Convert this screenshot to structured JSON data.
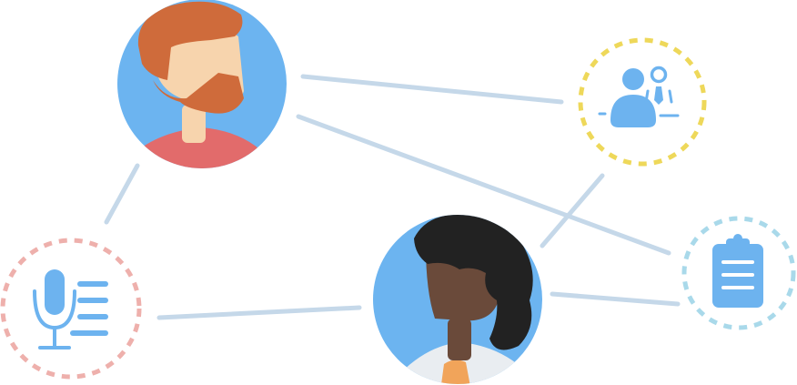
{
  "nodes": [
    {
      "id": "avatar-man",
      "kind": "person",
      "icon": "bearded-man-avatar-icon"
    },
    {
      "id": "avatar-woman",
      "kind": "person",
      "icon": "curly-hair-woman-avatar-icon"
    },
    {
      "id": "role-assign",
      "kind": "badge",
      "icon": "users-assign-icon"
    },
    {
      "id": "microphone-text",
      "kind": "badge",
      "icon": "microphone-transcript-icon"
    },
    {
      "id": "clipboard",
      "kind": "badge",
      "icon": "clipboard-icon"
    }
  ],
  "edges": [
    {
      "from": "avatar-man",
      "to": "role-assign"
    },
    {
      "from": "avatar-man",
      "to": "clipboard"
    },
    {
      "from": "avatar-man",
      "to": "microphone-text"
    },
    {
      "from": "avatar-woman",
      "to": "role-assign"
    },
    {
      "from": "avatar-woman",
      "to": "clipboard"
    },
    {
      "from": "avatar-woman",
      "to": "microphone-text"
    }
  ],
  "colors": {
    "connector": "#c5d8e9",
    "avatar_bg": "#6cb4f0",
    "icon_blue": "#6db3ef",
    "ring_yellow": "#eed85a",
    "ring_pink": "#eeb0ac",
    "ring_cyan": "#a9d9ea",
    "hair_ginger": "#cf6b3b",
    "skin_light": "#f7d4ad",
    "shirt_red": "#e26b6b",
    "hair_dark": "#222222",
    "skin_dark": "#6a4a3a",
    "top_orange": "#f1a45a",
    "collar_grey": "#e9edf1"
  }
}
